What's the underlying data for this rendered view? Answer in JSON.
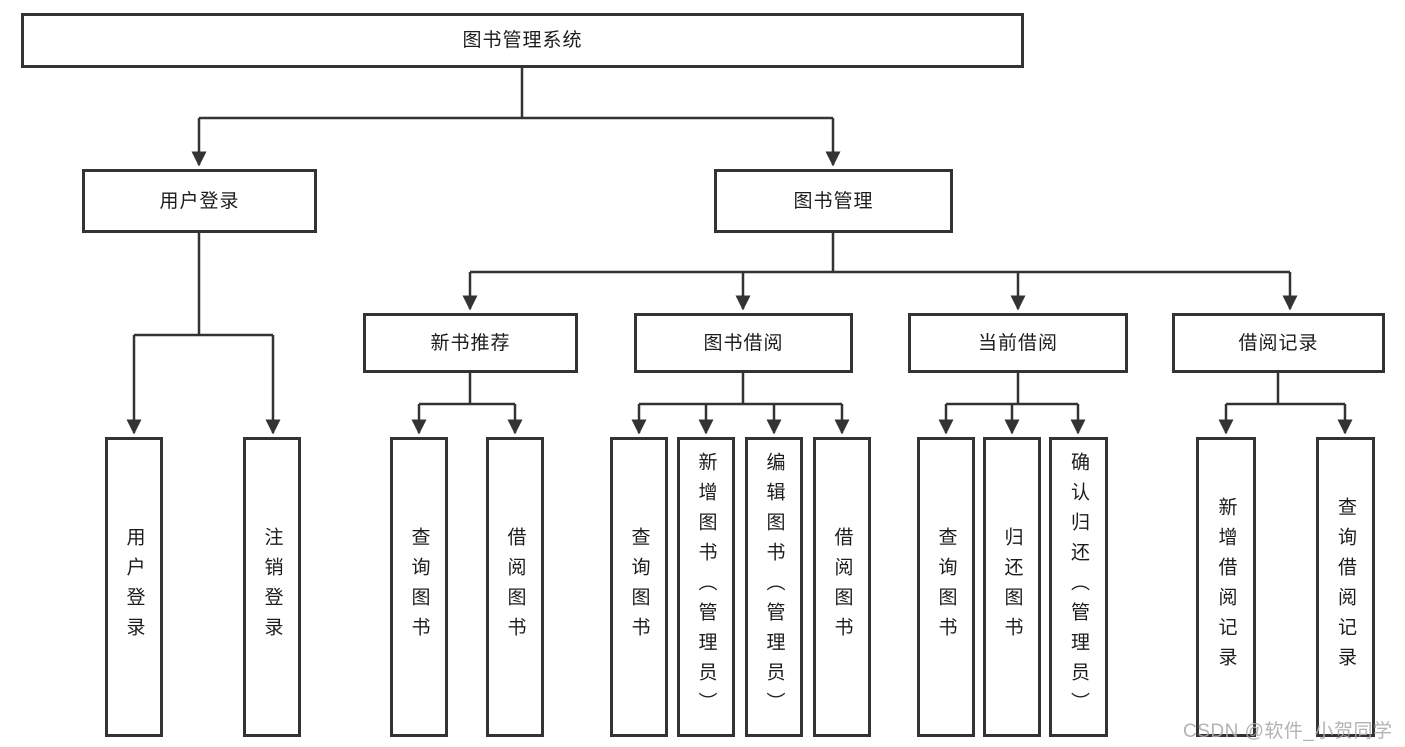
{
  "tree": {
    "root": {
      "label": "图书管理系统"
    },
    "user": {
      "label": "用户登录",
      "children": [
        {
          "label": "用户登录"
        },
        {
          "label": "注销登录"
        }
      ]
    },
    "book": {
      "label": "图书管理",
      "children": [
        {
          "label": "新书推荐",
          "children": [
            {
              "label": "查询图书"
            },
            {
              "label": "借阅图书"
            }
          ]
        },
        {
          "label": "图书借阅",
          "children": [
            {
              "label": "查询图书"
            },
            {
              "label": "新增图书（管理员）"
            },
            {
              "label": "编辑图书（管理员）"
            },
            {
              "label": "借阅图书"
            }
          ]
        },
        {
          "label": "当前借阅",
          "children": [
            {
              "label": "查询图书"
            },
            {
              "label": "归还图书"
            },
            {
              "label": "确认归还（管理员）"
            }
          ]
        },
        {
          "label": "借阅记录",
          "children": [
            {
              "label": "新增借阅记录"
            },
            {
              "label": "查询借阅记录"
            }
          ]
        }
      ]
    }
  },
  "watermark": "CSDN @软件_小贺同学",
  "colors": {
    "line": "#333333",
    "text": "#1c1c1c",
    "watermark": "#ababab",
    "background": "#ffffff"
  }
}
